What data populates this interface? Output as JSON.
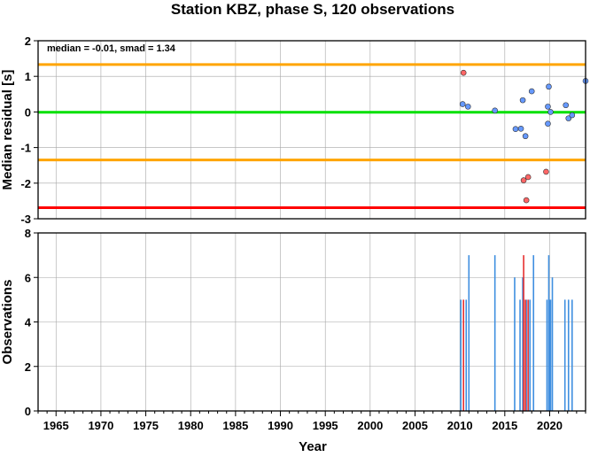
{
  "title": "Station KBZ, phase S, 120 observations",
  "chart_data": [
    {
      "type": "scatter",
      "ylabel": "Median residual [s]",
      "annotation": "median = -0.01, smad = 1.34",
      "xlim": [
        1963,
        2024
      ],
      "ylim": [
        -3,
        2
      ],
      "yticks": [
        -3,
        -2,
        -1,
        0,
        1,
        2
      ],
      "hlines": [
        {
          "y": -0.01,
          "color": "#00e000"
        },
        {
          "y": 1.33,
          "color": "#ffa500"
        },
        {
          "y": -1.35,
          "color": "#ffa500"
        },
        {
          "y": -2.69,
          "color": "#ff0000"
        }
      ],
      "series": [
        {
          "color": "#6699ff",
          "points": [
            [
              2010.3,
              0.22
            ],
            [
              2010.9,
              0.15
            ],
            [
              2013.9,
              0.04
            ],
            [
              2016.2,
              -0.48
            ],
            [
              2016.8,
              -0.47
            ],
            [
              2017.0,
              0.33
            ],
            [
              2017.3,
              -0.68
            ],
            [
              2018.0,
              0.58
            ],
            [
              2019.8,
              0.15
            ],
            [
              2019.8,
              -0.33
            ],
            [
              2019.9,
              0.71
            ],
            [
              2020.1,
              0.0
            ],
            [
              2021.8,
              0.19
            ],
            [
              2022.1,
              -0.18
            ],
            [
              2022.5,
              -0.09
            ],
            [
              2024.0,
              0.87
            ]
          ]
        },
        {
          "color": "#ff6666",
          "points": [
            [
              2010.4,
              1.1
            ],
            [
              2017.1,
              -1.92
            ],
            [
              2017.4,
              -2.48
            ],
            [
              2017.6,
              -1.83
            ],
            [
              2019.6,
              -1.68
            ]
          ]
        }
      ]
    },
    {
      "type": "bar",
      "ylabel": "Observations",
      "xlabel": "Year",
      "xlim": [
        1963,
        2024
      ],
      "ylim": [
        0,
        8
      ],
      "yticks": [
        0,
        2,
        4,
        6,
        8
      ],
      "xticks": [
        1965,
        1970,
        1975,
        1980,
        1985,
        1990,
        1995,
        2000,
        2005,
        2010,
        2015,
        2020
      ],
      "series": [
        {
          "color": "#3f8fe0",
          "bars": [
            [
              2010.1,
              5
            ],
            [
              2010.7,
              5
            ],
            [
              2011.0,
              7
            ],
            [
              2013.9,
              7
            ],
            [
              2016.1,
              6
            ],
            [
              2016.7,
              5
            ],
            [
              2017.0,
              6
            ],
            [
              2017.4,
              5
            ],
            [
              2017.8,
              5
            ],
            [
              2018.2,
              7
            ],
            [
              2019.7,
              5
            ],
            [
              2019.9,
              7
            ],
            [
              2020.0,
              5
            ],
            [
              2020.1,
              5
            ],
            [
              2020.3,
              6
            ],
            [
              2021.7,
              5
            ],
            [
              2022.1,
              5
            ],
            [
              2022.5,
              5
            ]
          ]
        },
        {
          "color": "#e63030",
          "bars": [
            [
              2010.4,
              5
            ],
            [
              2017.1,
              7
            ],
            [
              2017.3,
              5
            ],
            [
              2017.6,
              5
            ]
          ]
        }
      ]
    }
  ]
}
